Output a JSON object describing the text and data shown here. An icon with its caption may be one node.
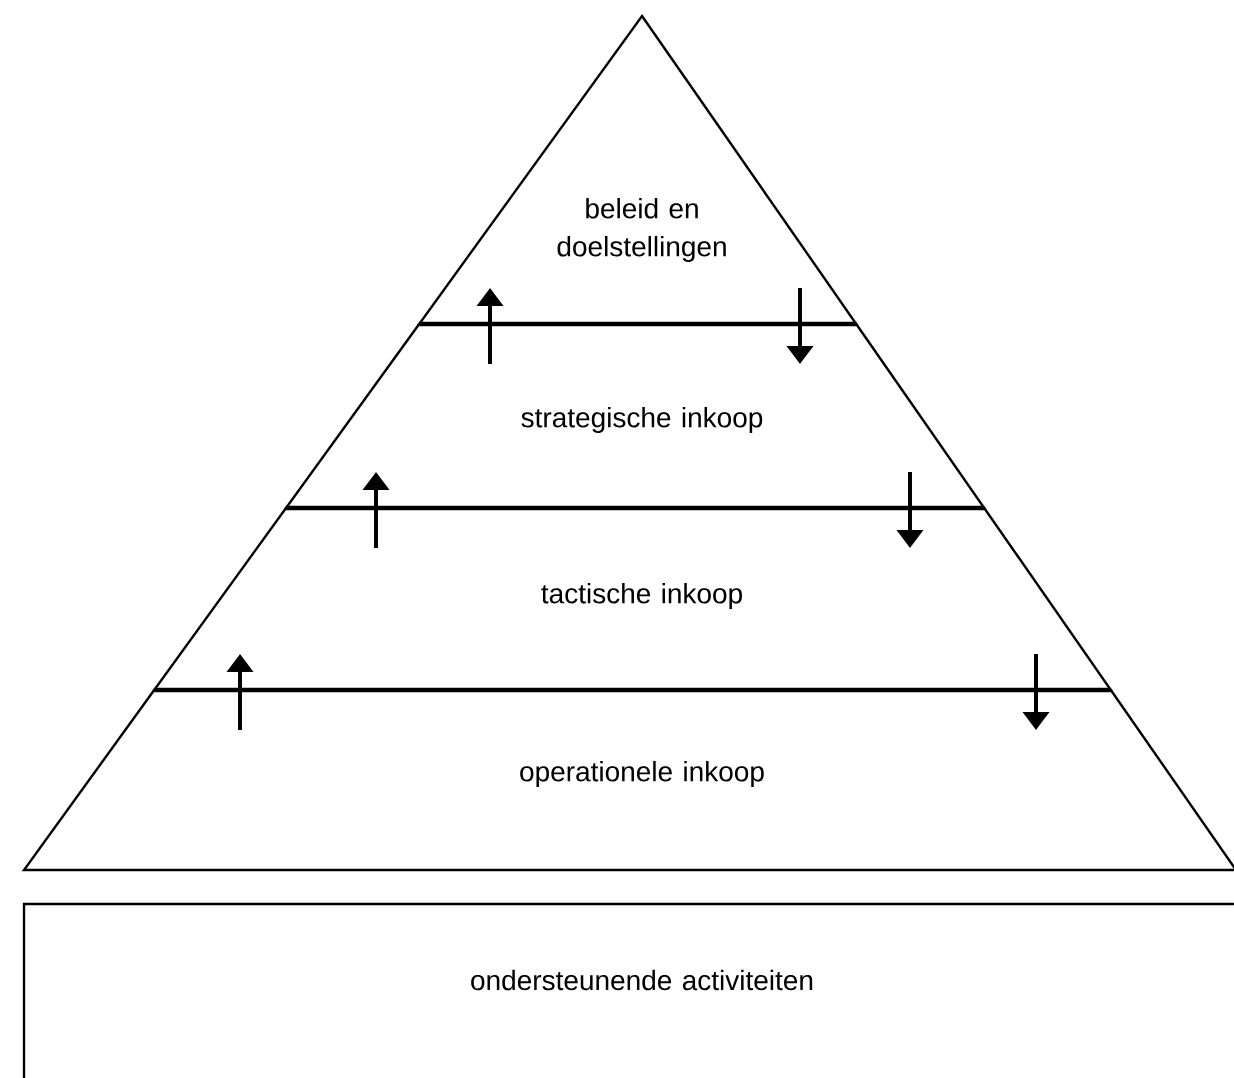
{
  "diagram": {
    "nodes": [
      {
        "text": [
          "beleid en doelstellingen"
        ]
      },
      {
        "text": [
          "strategische inkoop"
        ]
      },
      {
        "text": [
          "tactische inkoop"
        ]
      },
      {
        "text": [
          "operationele inkoop"
        ]
      },
      {
        "text": [
          "ondersteunende activiteiten"
        ]
      }
    ],
    "edges": [
      {
        "from": 1,
        "to": 0,
        "arrow": "to"
      },
      {
        "from": 0,
        "to": 1,
        "arrow": "to"
      },
      {
        "from": 2,
        "to": 1,
        "arrow": "to"
      },
      {
        "from": 1,
        "to": 2,
        "arrow": "to"
      },
      {
        "from": 3,
        "to": 2,
        "arrow": "to"
      },
      {
        "from": 2,
        "to": 3,
        "arrow": "to"
      }
    ]
  }
}
